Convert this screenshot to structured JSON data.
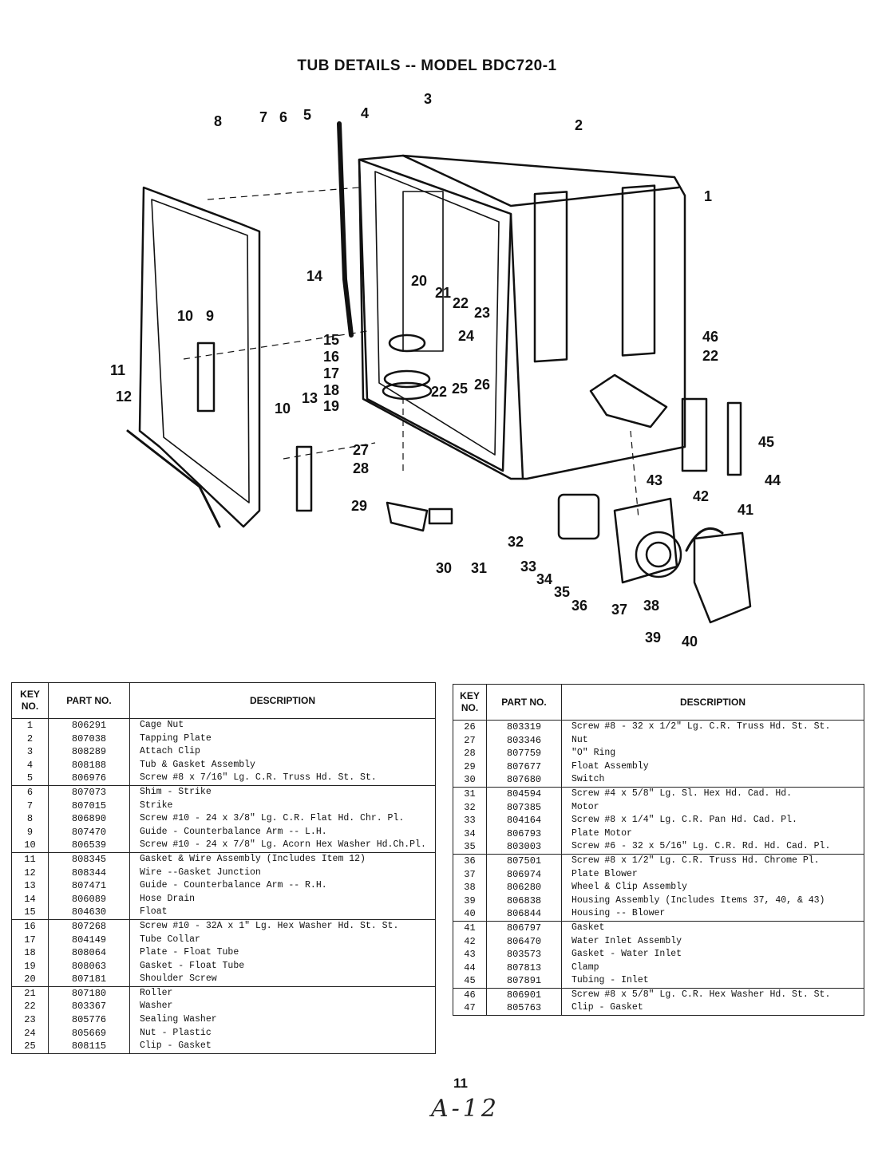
{
  "title": "TUB DETAILS -- MODEL BDC720-1",
  "callouts": [
    {
      "id": "c1",
      "label": "1"
    },
    {
      "id": "c2",
      "label": "2"
    },
    {
      "id": "c3",
      "label": "3"
    },
    {
      "id": "c4",
      "label": "4"
    },
    {
      "id": "c5",
      "label": "5"
    },
    {
      "id": "c6",
      "label": "6"
    },
    {
      "id": "c7",
      "label": "7"
    },
    {
      "id": "c8",
      "label": "8"
    },
    {
      "id": "c9",
      "label": "9"
    },
    {
      "id": "c10a",
      "label": "10"
    },
    {
      "id": "c10b",
      "label": "10"
    },
    {
      "id": "c11",
      "label": "11"
    },
    {
      "id": "c12",
      "label": "12"
    },
    {
      "id": "c13",
      "label": "13"
    },
    {
      "id": "c14",
      "label": "14"
    },
    {
      "id": "c15",
      "label": "15"
    },
    {
      "id": "c16",
      "label": "16"
    },
    {
      "id": "c17",
      "label": "17"
    },
    {
      "id": "c18",
      "label": "18"
    },
    {
      "id": "c19",
      "label": "19"
    },
    {
      "id": "c20",
      "label": "20"
    },
    {
      "id": "c21",
      "label": "21"
    },
    {
      "id": "c22a",
      "label": "22"
    },
    {
      "id": "c22b",
      "label": "22"
    },
    {
      "id": "c22c",
      "label": "22"
    },
    {
      "id": "c23",
      "label": "23"
    },
    {
      "id": "c24",
      "label": "24"
    },
    {
      "id": "c25",
      "label": "25"
    },
    {
      "id": "c26",
      "label": "26"
    },
    {
      "id": "c27",
      "label": "27"
    },
    {
      "id": "c28",
      "label": "28"
    },
    {
      "id": "c29",
      "label": "29"
    },
    {
      "id": "c30",
      "label": "30"
    },
    {
      "id": "c31",
      "label": "31"
    },
    {
      "id": "c32",
      "label": "32"
    },
    {
      "id": "c33",
      "label": "33"
    },
    {
      "id": "c34",
      "label": "34"
    },
    {
      "id": "c35",
      "label": "35"
    },
    {
      "id": "c36",
      "label": "36"
    },
    {
      "id": "c37",
      "label": "37"
    },
    {
      "id": "c38",
      "label": "38"
    },
    {
      "id": "c39",
      "label": "39"
    },
    {
      "id": "c40",
      "label": "40"
    },
    {
      "id": "c41",
      "label": "41"
    },
    {
      "id": "c42",
      "label": "42"
    },
    {
      "id": "c43",
      "label": "43"
    },
    {
      "id": "c44",
      "label": "44"
    },
    {
      "id": "c45",
      "label": "45"
    },
    {
      "id": "c46",
      "label": "46"
    }
  ],
  "table": {
    "headers": {
      "key": "KEY NO.",
      "part": "PART NO.",
      "description": "DESCRIPTION"
    },
    "left_groups": [
      [
        {
          "key": "1",
          "part": "806291",
          "desc": "Cage Nut"
        },
        {
          "key": "2",
          "part": "807038",
          "desc": "Tapping Plate"
        },
        {
          "key": "3",
          "part": "808289",
          "desc": "Attach Clip"
        },
        {
          "key": "4",
          "part": "808188",
          "desc": "Tub & Gasket Assembly"
        },
        {
          "key": "5",
          "part": "806976",
          "desc": "Screw #8 x 7/16\" Lg. C.R. Truss Hd. St. St."
        }
      ],
      [
        {
          "key": "6",
          "part": "807073",
          "desc": "Shim - Strike"
        },
        {
          "key": "7",
          "part": "807015",
          "desc": "Strike"
        },
        {
          "key": "8",
          "part": "806890",
          "desc": "Screw #10 - 24 x 3/8\" Lg. C.R. Flat Hd. Chr. Pl."
        },
        {
          "key": "9",
          "part": "807470",
          "desc": "Guide - Counterbalance Arm -- L.H."
        },
        {
          "key": "10",
          "part": "806539",
          "desc": "Screw #10 - 24 x 7/8\" Lg. Acorn Hex Washer Hd.Ch.Pl."
        }
      ],
      [
        {
          "key": "11",
          "part": "808345",
          "desc": "Gasket & Wire Assembly  (Includes Item 12)"
        },
        {
          "key": "12",
          "part": "808344",
          "desc": "Wire --Gasket Junction"
        },
        {
          "key": "13",
          "part": "807471",
          "desc": "Guide - Counterbalance Arm -- R.H."
        },
        {
          "key": "14",
          "part": "806089",
          "desc": "Hose Drain"
        },
        {
          "key": "15",
          "part": "804630",
          "desc": "Float"
        }
      ],
      [
        {
          "key": "16",
          "part": "807268",
          "desc": "Screw #10 - 32A x 1\" Lg. Hex Washer Hd. St. St."
        },
        {
          "key": "17",
          "part": "804149",
          "desc": "Tube Collar"
        },
        {
          "key": "18",
          "part": "808064",
          "desc": "Plate - Float Tube"
        },
        {
          "key": "19",
          "part": "808063",
          "desc": "Gasket - Float Tube"
        },
        {
          "key": "20",
          "part": "807181",
          "desc": "Shoulder Screw"
        }
      ],
      [
        {
          "key": "21",
          "part": "807180",
          "desc": "Roller"
        },
        {
          "key": "22",
          "part": "803367",
          "desc": "Washer"
        },
        {
          "key": "23",
          "part": "805776",
          "desc": "Sealing Washer"
        },
        {
          "key": "24",
          "part": "805669",
          "desc": "Nut - Plastic"
        },
        {
          "key": "25",
          "part": "808115",
          "desc": "Clip - Gasket"
        }
      ]
    ],
    "right_groups": [
      [
        {
          "key": "26",
          "part": "803319",
          "desc": "Screw #8 - 32 x 1/2\" Lg. C.R. Truss Hd. St. St."
        },
        {
          "key": "27",
          "part": "803346",
          "desc": "Nut"
        },
        {
          "key": "28",
          "part": "807759",
          "desc": "\"O\" Ring"
        },
        {
          "key": "29",
          "part": "807677",
          "desc": "Float Assembly"
        },
        {
          "key": "30",
          "part": "807680",
          "desc": "Switch"
        }
      ],
      [
        {
          "key": "31",
          "part": "804594",
          "desc": "Screw #4 x 5/8\" Lg. Sl. Hex Hd. Cad. Hd."
        },
        {
          "key": "32",
          "part": "807385",
          "desc": "Motor"
        },
        {
          "key": "33",
          "part": "804164",
          "desc": "Screw #8 x 1/4\" Lg. C.R. Pan Hd. Cad. Pl."
        },
        {
          "key": "34",
          "part": "806793",
          "desc": "Plate Motor"
        },
        {
          "key": "35",
          "part": "803003",
          "desc": "Screw #6 - 32 x 5/16\" Lg. C.R. Rd. Hd. Cad. Pl."
        }
      ],
      [
        {
          "key": "36",
          "part": "807501",
          "desc": "Screw #8 x 1/2\" Lg. C.R. Truss Hd. Chrome Pl."
        },
        {
          "key": "37",
          "part": "806974",
          "desc": "Plate Blower"
        },
        {
          "key": "38",
          "part": "806280",
          "desc": "Wheel & Clip Assembly"
        },
        {
          "key": "39",
          "part": "806838",
          "desc": "Housing Assembly  (Includes Items 37, 40, & 43)"
        },
        {
          "key": "40",
          "part": "806844",
          "desc": "Housing -- Blower"
        }
      ],
      [
        {
          "key": "41",
          "part": "806797",
          "desc": "Gasket"
        },
        {
          "key": "42",
          "part": "806470",
          "desc": "Water Inlet Assembly"
        },
        {
          "key": "43",
          "part": "803573",
          "desc": "Gasket - Water Inlet"
        },
        {
          "key": "44",
          "part": "807813",
          "desc": "Clamp"
        },
        {
          "key": "45",
          "part": "807891",
          "desc": "Tubing - Inlet"
        }
      ],
      [
        {
          "key": "46",
          "part": "806901",
          "desc": "Screw #8 x 5/8\" Lg. C.R. Hex Washer Hd. St. St."
        },
        {
          "key": "47",
          "part": "805763",
          "desc": "Clip - Gasket"
        }
      ]
    ]
  },
  "page_number": "11",
  "handwritten_note": "A-12"
}
